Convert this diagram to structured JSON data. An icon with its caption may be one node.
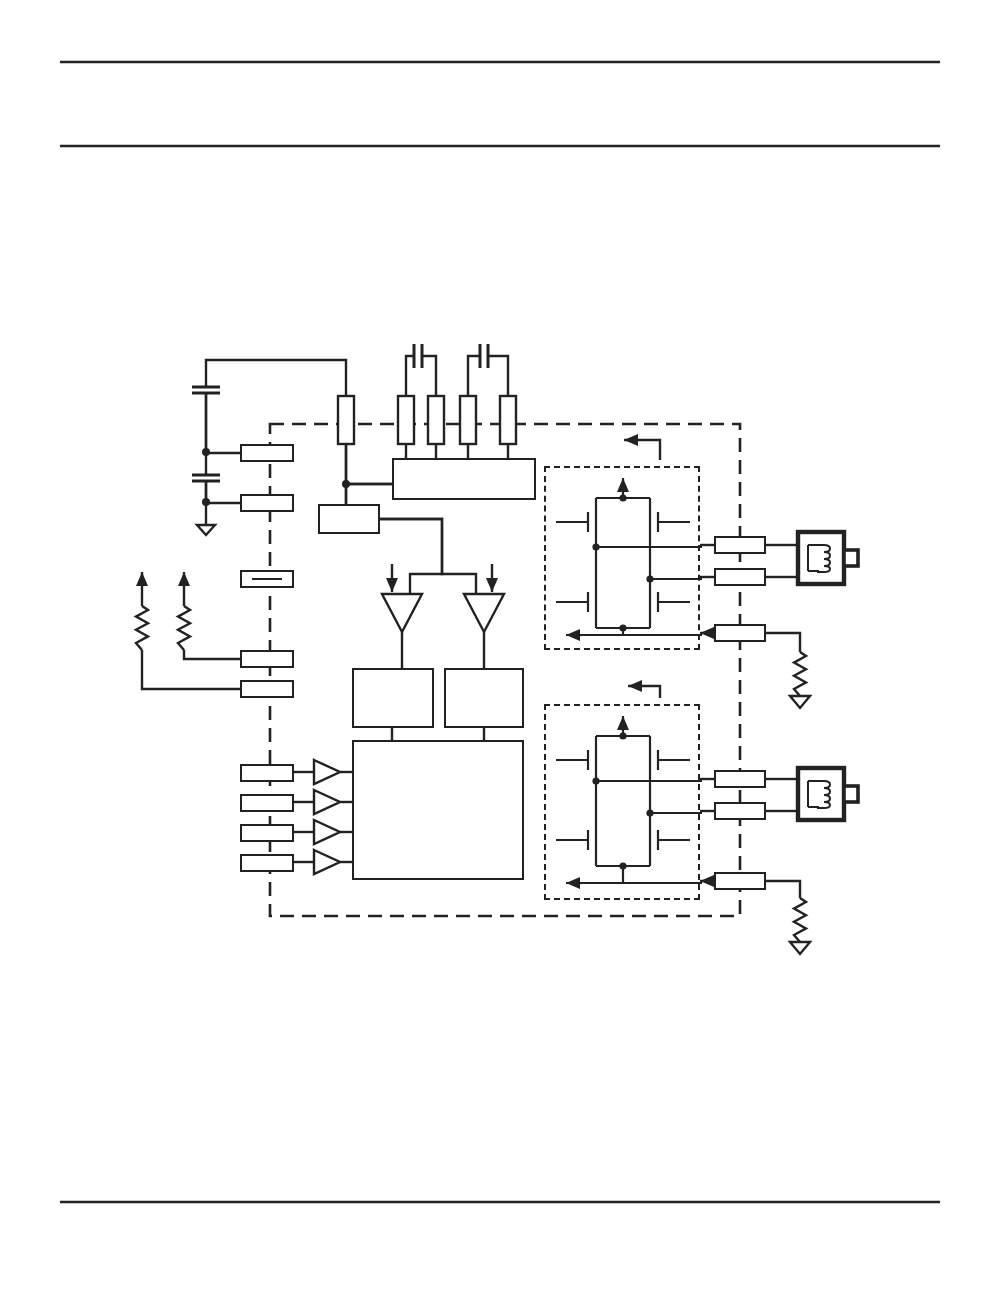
{
  "diagram": {
    "nodes": [
      {
        "text": [],
        "shape": "box"
      },
      {
        "text": [],
        "shape": "box"
      },
      {
        "text": [],
        "shape": "triangle"
      },
      {
        "text": [],
        "shape": "triangle"
      },
      {
        "text": [],
        "shape": "box"
      },
      {
        "text": [],
        "shape": "box"
      },
      {
        "text": [],
        "shape": "box"
      },
      {
        "text": [],
        "shape": "triangle"
      },
      {
        "text": [],
        "shape": "triangle"
      },
      {
        "text": [],
        "shape": "triangle"
      },
      {
        "text": [],
        "shape": "triangle"
      },
      {
        "text": [],
        "shape": "box"
      },
      {
        "text": [],
        "shape": "box"
      },
      {
        "text": [],
        "shape": "box"
      },
      {
        "text": [],
        "shape": "box"
      },
      {
        "text": [],
        "shape": "box"
      },
      {
        "text": [],
        "shape": "box"
      },
      {
        "text": [],
        "shape": "box"
      },
      {
        "text": [],
        "shape": "box"
      },
      {
        "text": [],
        "shape": "box"
      },
      {
        "text": [],
        "shape": "box"
      },
      {
        "text": [],
        "shape": "box"
      },
      {
        "text": [],
        "shape": "box"
      },
      {
        "text": [],
        "shape": "box"
      },
      {
        "text": [],
        "shape": "box"
      },
      {
        "text": [],
        "shape": "box"
      },
      {
        "text": [],
        "shape": "box"
      },
      {
        "text": [],
        "shape": "box"
      },
      {
        "text": [],
        "shape": "motor"
      },
      {
        "text": [],
        "shape": "motor"
      },
      {
        "text": [],
        "shape": "capacitor"
      },
      {
        "text": [],
        "shape": "capacitor"
      },
      {
        "text": [],
        "shape": "ground"
      },
      {
        "text": [],
        "shape": "resistor"
      },
      {
        "text": [],
        "shape": "resistor"
      },
      {
        "text": [],
        "shape": "resistor"
      }
    ],
    "edges": [
      {
        "from": 1,
        "to": 2,
        "arrow": "none"
      },
      {
        "from": 1,
        "to": 3,
        "arrow": "none"
      },
      {
        "from": 2,
        "to": 4,
        "arrow": "none"
      },
      {
        "from": 3,
        "to": 5,
        "arrow": "none"
      },
      {
        "from": 4,
        "to": 6,
        "arrow": "none"
      },
      {
        "from": 5,
        "to": 6,
        "arrow": "none"
      },
      {
        "from": 16,
        "to": 7,
        "arrow": "none"
      },
      {
        "from": 17,
        "to": 8,
        "arrow": "none"
      },
      {
        "from": 18,
        "to": 9,
        "arrow": "none"
      },
      {
        "from": 19,
        "to": 10,
        "arrow": "none"
      },
      {
        "from": 7,
        "to": 6,
        "arrow": "none"
      },
      {
        "from": 8,
        "to": 6,
        "arrow": "none"
      },
      {
        "from": 9,
        "to": 6,
        "arrow": "none"
      },
      {
        "from": 10,
        "to": 6,
        "arrow": "none"
      },
      {
        "from": 20,
        "to": 22,
        "arrow": "none"
      },
      {
        "from": 20,
        "to": 23,
        "arrow": "none"
      },
      {
        "from": 24,
        "to": 20,
        "arrow": "to"
      },
      {
        "from": 21,
        "to": 25,
        "arrow": "none"
      },
      {
        "from": 21,
        "to": 26,
        "arrow": "none"
      },
      {
        "from": 27,
        "to": 21,
        "arrow": "to"
      },
      {
        "from": 22,
        "to": 28,
        "arrow": "none"
      },
      {
        "from": 23,
        "to": 28,
        "arrow": "none"
      },
      {
        "from": 25,
        "to": 29,
        "arrow": "none"
      },
      {
        "from": 26,
        "to": 29,
        "arrow": "none"
      },
      {
        "from": 30,
        "to": 33,
        "arrow": "none"
      },
      {
        "from": 30,
        "to": 31,
        "arrow": "none"
      },
      {
        "from": 30,
        "to": 11,
        "arrow": "none"
      },
      {
        "from": 31,
        "to": 12,
        "arrow": "none"
      },
      {
        "from": 31,
        "to": 32,
        "arrow": "none"
      },
      {
        "from": 33,
        "to": 1,
        "arrow": "none"
      },
      {
        "from": 33,
        "to": 0,
        "arrow": "none"
      },
      {
        "from": 0,
        "to": 1,
        "arrow": "none"
      },
      {
        "from": 14,
        "to": 35,
        "arrow": "none"
      },
      {
        "from": 15,
        "to": 34,
        "arrow": "none"
      },
      {
        "from": 34,
        "to": null,
        "arrow": "to"
      },
      {
        "from": 35,
        "to": null,
        "arrow": "to"
      }
    ]
  }
}
